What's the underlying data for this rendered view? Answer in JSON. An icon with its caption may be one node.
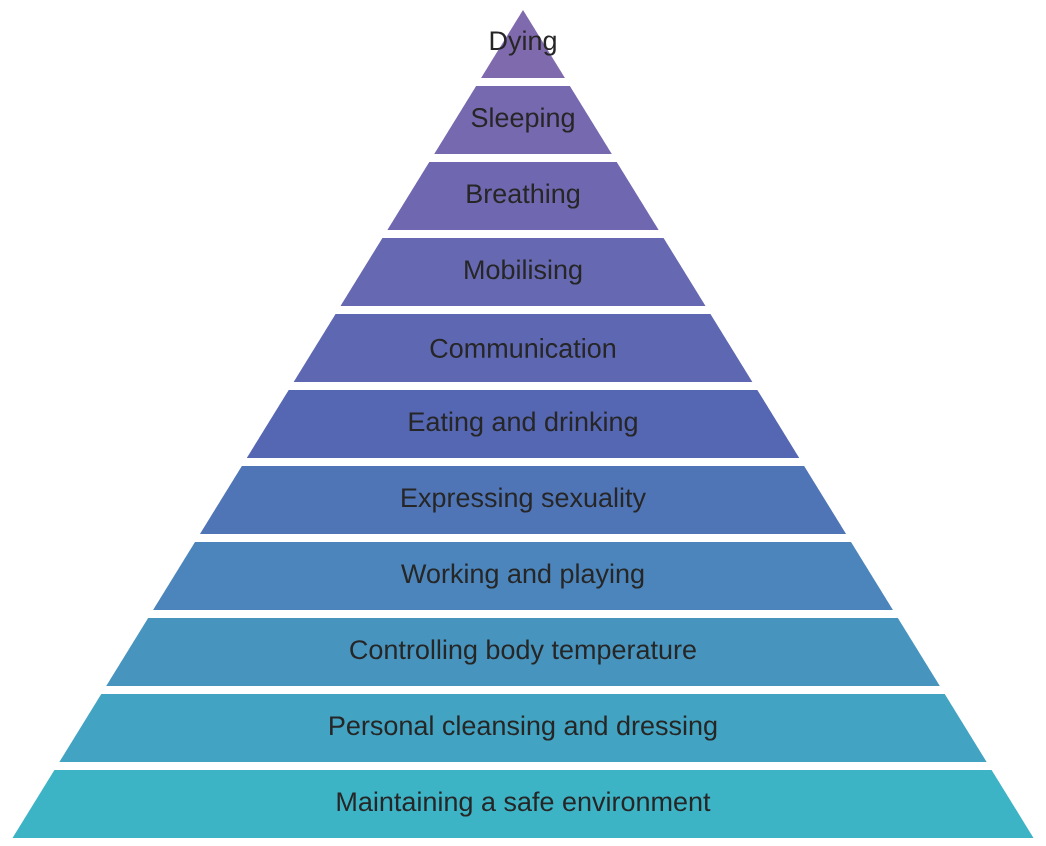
{
  "diagram": {
    "nodes": [
      {
        "text": [
          "Dying"
        ]
      },
      {
        "text": [
          "Sleeping"
        ]
      },
      {
        "text": [
          "Breathing"
        ]
      },
      {
        "text": [
          "Mobilising"
        ]
      },
      {
        "text": [
          "Communication"
        ]
      },
      {
        "text": [
          "Eating and drinking"
        ]
      },
      {
        "text": [
          "Expressing sexuality"
        ]
      },
      {
        "text": [
          "Working and playing"
        ]
      },
      {
        "text": [
          "Controlling body temperature"
        ]
      },
      {
        "text": [
          "Personal cleansing and dressing"
        ]
      },
      {
        "text": [
          "Maintaining a safe environment"
        ]
      }
    ]
  }
}
